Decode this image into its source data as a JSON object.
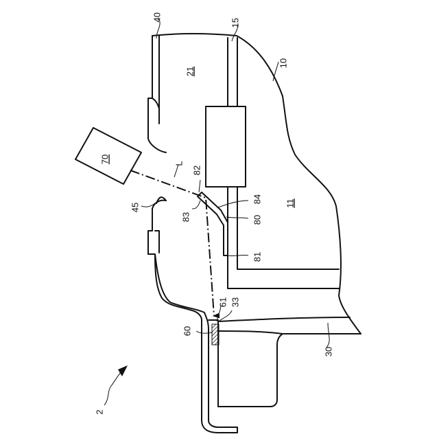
{
  "figure": {
    "labels": {
      "l40": "40",
      "l15": "15",
      "l21": "21",
      "l10": "10",
      "l70": "70",
      "lL": "L",
      "l82": "82",
      "l45": "45",
      "l84": "84",
      "l11": "11",
      "l83": "83",
      "l80": "80",
      "l81": "81",
      "l61": "61",
      "l33": "33",
      "l60": "60",
      "l30": "30",
      "l2": "2"
    },
    "underlined_labels": [
      "21",
      "70",
      "11"
    ]
  },
  "colors": {
    "line": "#111111",
    "background": "#ffffff",
    "hatch": "#111111"
  }
}
